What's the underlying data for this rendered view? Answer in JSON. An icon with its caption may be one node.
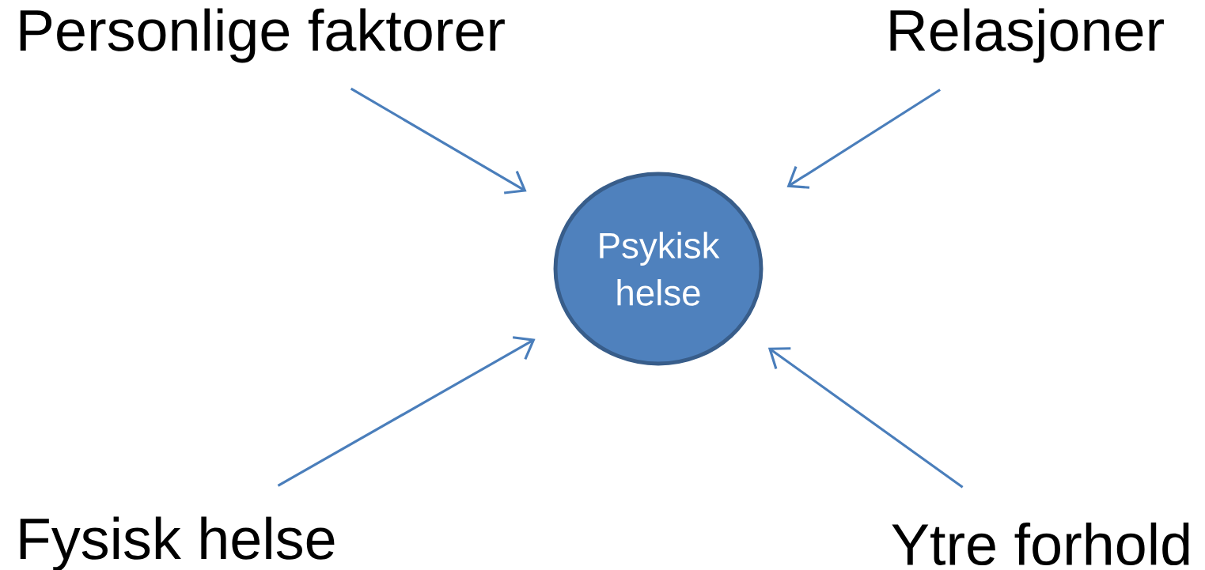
{
  "diagram": {
    "nodes": [
      {
        "text": [
          "Personlige faktorer"
        ]
      },
      {
        "text": [
          "Relasjoner"
        ]
      },
      {
        "text": [
          "Psykisk helse"
        ]
      },
      {
        "text": [
          "Fysisk helse"
        ]
      },
      {
        "text": [
          "Ytre forhold"
        ]
      }
    ],
    "edges": [
      {
        "from": 0,
        "to": 2,
        "arrow": "to"
      },
      {
        "from": 1,
        "to": 2,
        "arrow": "to"
      },
      {
        "from": 3,
        "to": 2,
        "arrow": "to"
      },
      {
        "from": 4,
        "to": 2,
        "arrow": "to"
      }
    ]
  }
}
